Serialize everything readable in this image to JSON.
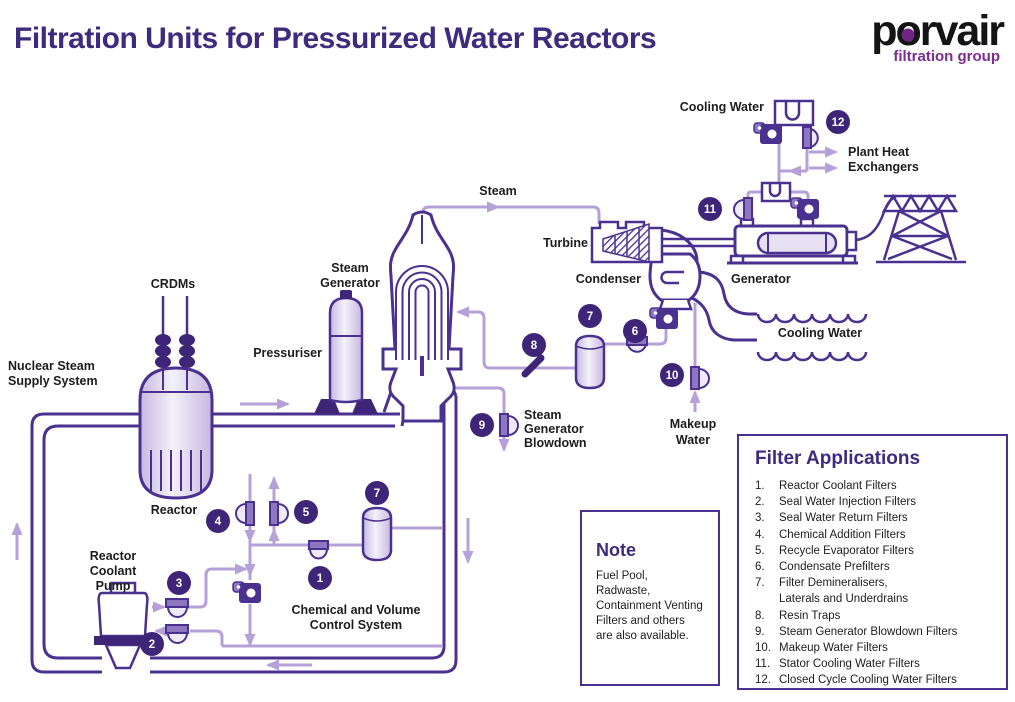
{
  "header": {
    "title": "Filtration Units for Pressurized Water Reactors",
    "logo": {
      "brand_prefix": "p",
      "brand_o": "o",
      "brand_suffix": "rvair",
      "tagline": "filtration group"
    }
  },
  "colors": {
    "title_purple": "#3d2b7d",
    "pipe_dark": "#4a3190",
    "pipe_light": "#b5a0d8",
    "badge_fill": "#3e2577",
    "icon_mid": "#8d77c0",
    "icon_pale": "#efeaf8",
    "logo_purple": "#7b2c8f",
    "text_black": "#1d1d1f"
  },
  "diagram": {
    "labels": {
      "cooling_water_top": "Cooling Water",
      "plant_heat_1": "Plant Heat",
      "plant_heat_2": "Exchangers",
      "steam": "Steam",
      "turbine": "Turbine",
      "condenser": "Condenser",
      "generator": "Generator",
      "cooling_water_right": "Cooling Water",
      "crdms": "CRDMs",
      "steam_gen_1": "Steam",
      "steam_gen_2": "Generator",
      "pressuriser": "Pressuriser",
      "nsss_1": "Nuclear Steam",
      "nsss_2": "Supply System",
      "reactor": "Reactor",
      "rcp_1": "Reactor",
      "rcp_2": "Coolant",
      "rcp_3": "Pump",
      "sgb_1": "Steam",
      "sgb_2": "Generator",
      "sgb_3": "Blowdown",
      "makeup_1": "Makeup",
      "makeup_2": "Water",
      "cvcs_1": "Chemical and Volume",
      "cvcs_2": "Control System"
    },
    "badges": {
      "b1": "1",
      "b2": "2",
      "b3": "3",
      "b4": "4",
      "b5": "5",
      "b6": "6",
      "b7_condensate": "7",
      "b7_cvcs": "7",
      "b8": "8",
      "b9": "9",
      "b10": "10",
      "b11": "11",
      "b12": "12"
    }
  },
  "filter_applications": {
    "title": "Filter Applications",
    "items": [
      {
        "num": "1.",
        "text": "Reactor Coolant Filters"
      },
      {
        "num": "2.",
        "text": "Seal Water Injection Filters"
      },
      {
        "num": "3.",
        "text": "Seal Water Return Filters"
      },
      {
        "num": "4.",
        "text": "Chemical Addition Filters"
      },
      {
        "num": "5.",
        "text": "Recycle Evaporator Filters"
      },
      {
        "num": "6.",
        "text": "Condensate Prefilters"
      },
      {
        "num": "7.",
        "text": "Filter Demineralisers,"
      },
      {
        "num": "",
        "text": "Laterals and Underdrains"
      },
      {
        "num": "8.",
        "text": "Resin Traps"
      },
      {
        "num": "9.",
        "text": "Steam Generator Blowdown Filters"
      },
      {
        "num": "10.",
        "text": "Makeup Water Filters"
      },
      {
        "num": "11.",
        "text": "Stator Cooling Water Filters"
      },
      {
        "num": "12.",
        "text": "Closed Cycle Cooling Water Filters"
      }
    ]
  },
  "note": {
    "title": "Note",
    "body": "Fuel Pool, Radwaste, Containment Venting Filters and others are also available."
  }
}
